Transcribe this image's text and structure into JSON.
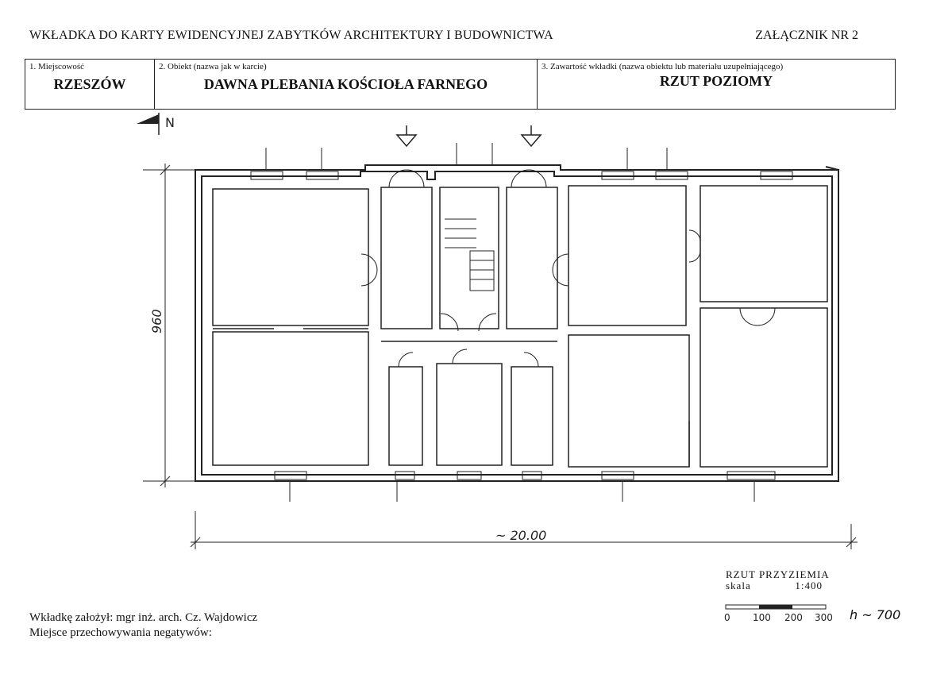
{
  "header": {
    "title": "WKŁADKA DO KARTY EWIDENCYJNEJ ZABYTKÓW ARCHITEKTURY I BUDOWNICTWA",
    "attachment": "ZAŁĄCZNIK NR 2"
  },
  "form": {
    "locality_label": "1. Miejscowość",
    "locality_value": "RZESZÓW",
    "object_label": "2. Obiekt (nazwa jak w karcie)",
    "object_value": "DAWNA PLEBANIA KOŚCIOŁA FARNEGO",
    "content_label": "3. Zawartość wkładki (nazwa obiektu lub materiału uzupełniającego)",
    "content_value": "RZUT POZIOMY"
  },
  "plan": {
    "north_label": "N",
    "height_dimension": "960",
    "width_dimension": "~ 20.00"
  },
  "scale": {
    "title": "RZUT PRZYZIEMIA",
    "label": "skala",
    "ratio": "1:400",
    "ticks": [
      "0",
      "100",
      "200",
      "300"
    ],
    "height_note": "h ~ 700"
  },
  "footer": {
    "author": "Wkładkę założył: mgr inż. arch. Cz. Wajdowicz",
    "negatives": "Miejsce przechowywania negatywów:"
  }
}
